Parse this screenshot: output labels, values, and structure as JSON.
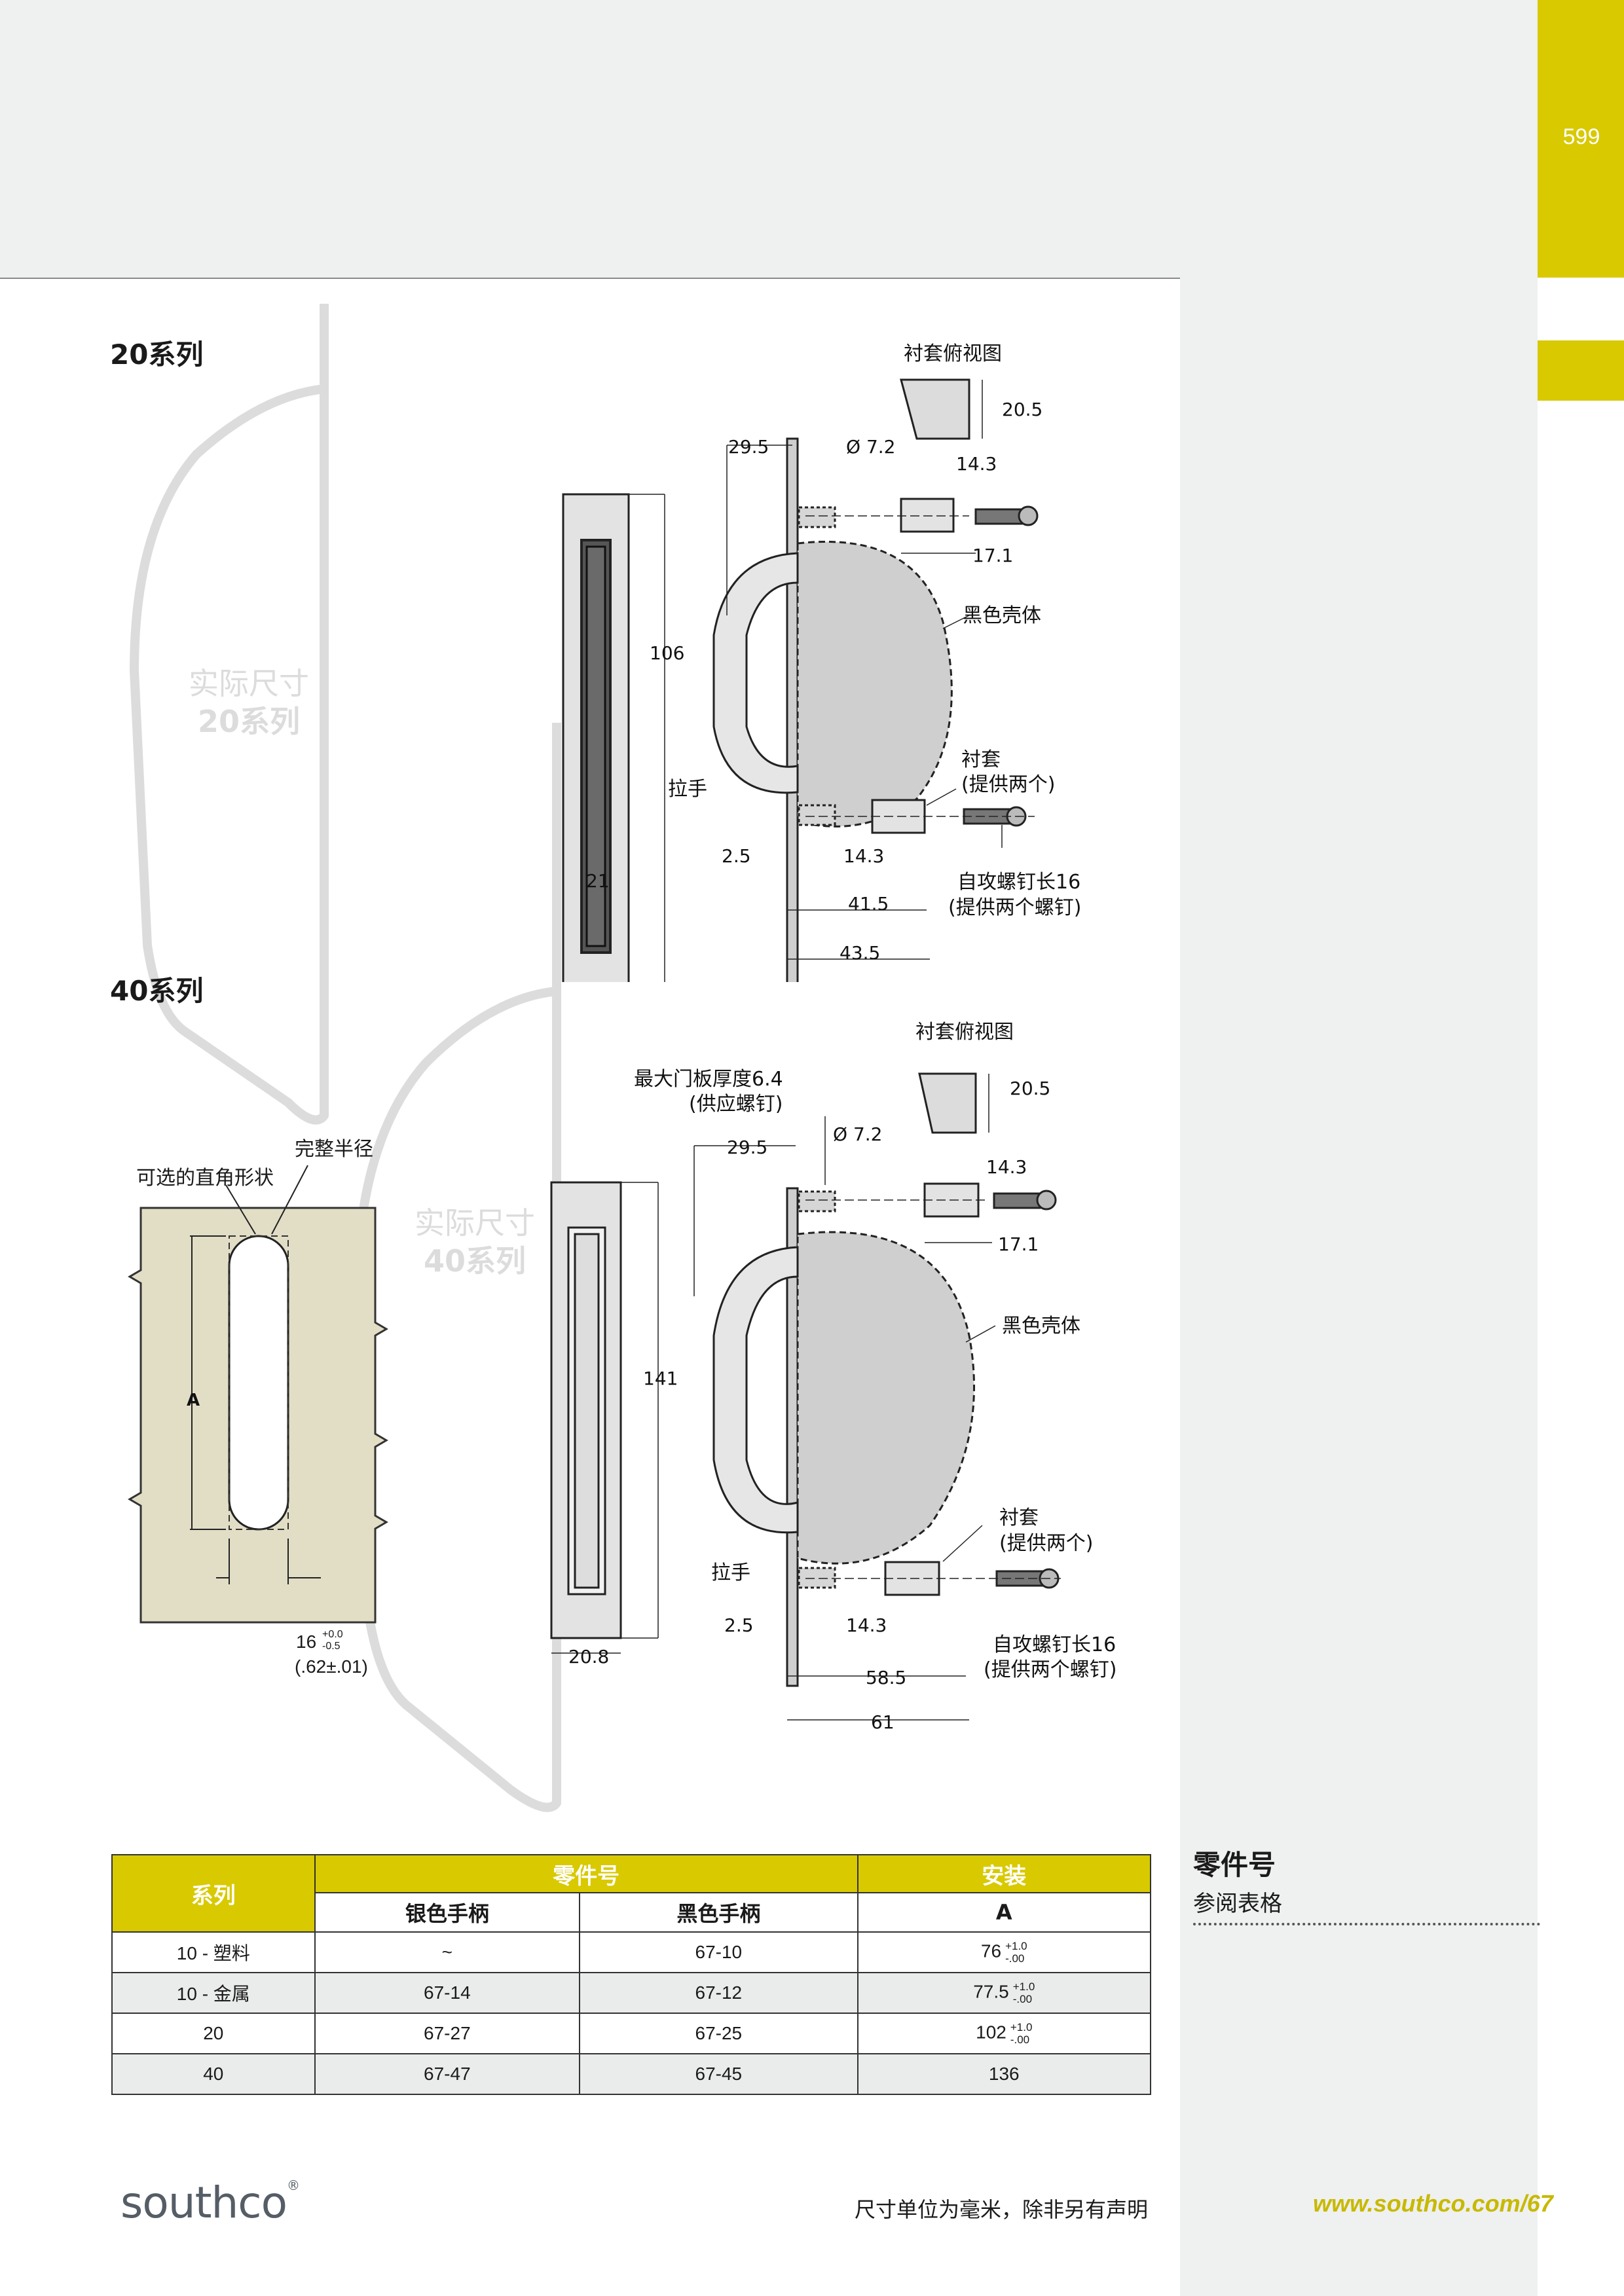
{
  "page_number": "599",
  "series20": {
    "heading": "20系列",
    "watermark_line1": "实际尺寸",
    "watermark_line2": "20系列",
    "bushing_top_view": "衬套俯视图",
    "dims": {
      "d29_5": "29.5",
      "dia": "Ø 7.2",
      "d14_3a": "14.3",
      "d20_5": "20.5",
      "d17_1": "17.1",
      "d106": "106",
      "d2_5": "2.5",
      "d14_3b": "14.3",
      "d21": "21",
      "d41_5": "41.5",
      "d43_5": "43.5"
    },
    "black_housing": "黑色壳体",
    "bushing_line1": "衬套",
    "bushing_line2": "(提供两个)",
    "handle": "拉手",
    "screw_line1": "自攻螺钉长16",
    "screw_line2": "(提供两个螺钉)"
  },
  "series40": {
    "heading": "40系列",
    "watermark_line1": "实际尺寸",
    "watermark_line2": "40系列",
    "bushing_top_view": "衬套俯视图",
    "max_panel_line1": "最大门板厚度6.4",
    "max_panel_line2": "(供应螺钉)",
    "dims": {
      "d29_5": "29.5",
      "dia": "Ø 7.2",
      "d14_3a": "14.3",
      "d20_5": "20.5",
      "d17_1": "17.1",
      "d141": "141",
      "d2_5": "2.5",
      "d14_3b": "14.3",
      "d20_8": "20.8",
      "d58_5": "58.5",
      "d61": "61"
    },
    "black_housing": "黑色壳体",
    "bushing_line1": "衬套",
    "bushing_line2": "(提供两个)",
    "handle": "拉手",
    "screw_line1": "自攻螺钉长16",
    "screw_line2": "(提供两个螺钉)"
  },
  "cutout": {
    "optional_square": "可选的直角形状",
    "full_radius": "完整半径",
    "dim_a": "A",
    "width_value": "16",
    "width_tol_plus": "+0.0",
    "width_tol_minus": "-0.5",
    "width_inch": "(.62±.01)"
  },
  "table": {
    "h_series": "系列",
    "h_part_number": "零件号",
    "h_install": "安装",
    "h_silver": "银色手柄",
    "h_black": "黑色手柄",
    "h_a": "A",
    "rows": [
      {
        "series": "10 - 塑料",
        "silver": "~",
        "black": "67-10",
        "a": "76",
        "tol_plus": "+1.0",
        "tol_minus": "-.00"
      },
      {
        "series": "10 - 金属",
        "silver": "67-14",
        "black": "67-12",
        "a": "77.5",
        "tol_plus": "+1.0",
        "tol_minus": "-.00"
      },
      {
        "series": "20",
        "silver": "67-27",
        "black": "67-25",
        "a": "102",
        "tol_plus": "+1.0",
        "tol_minus": "-.00"
      },
      {
        "series": "40",
        "silver": "67-47",
        "black": "67-45",
        "a": "136",
        "tol_plus": "",
        "tol_minus": ""
      }
    ]
  },
  "sidebar": {
    "title": "零件号",
    "subtitle": "参阅表格"
  },
  "footer": {
    "logo": "southco",
    "note": "尺寸单位为毫米，除非另有声明",
    "website": "www.southco.com/67"
  },
  "colors": {
    "accent_yellow": "#d8c900",
    "band_gray": "#eff0f0",
    "cutout_beige": "#e2dec6",
    "part_gray": "#d4d4d4"
  }
}
